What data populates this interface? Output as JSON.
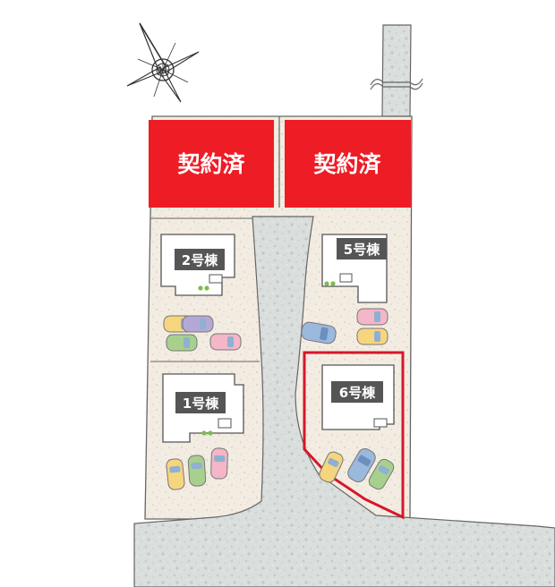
{
  "sold_blocks": [
    {
      "id": "left",
      "label": "契約済"
    },
    {
      "id": "right",
      "label": "契約済"
    }
  ],
  "plots": [
    {
      "id": "2",
      "label": "2号棟"
    },
    {
      "id": "5",
      "label": "5号棟"
    },
    {
      "id": "1",
      "label": "1号棟"
    },
    {
      "id": "6",
      "label": "6号棟"
    }
  ],
  "colors": {
    "sold": "#ee1c25",
    "highlight": "#d4182a",
    "road": "#dadedd",
    "lot": "#f3ece2",
    "outline": "#555555"
  }
}
